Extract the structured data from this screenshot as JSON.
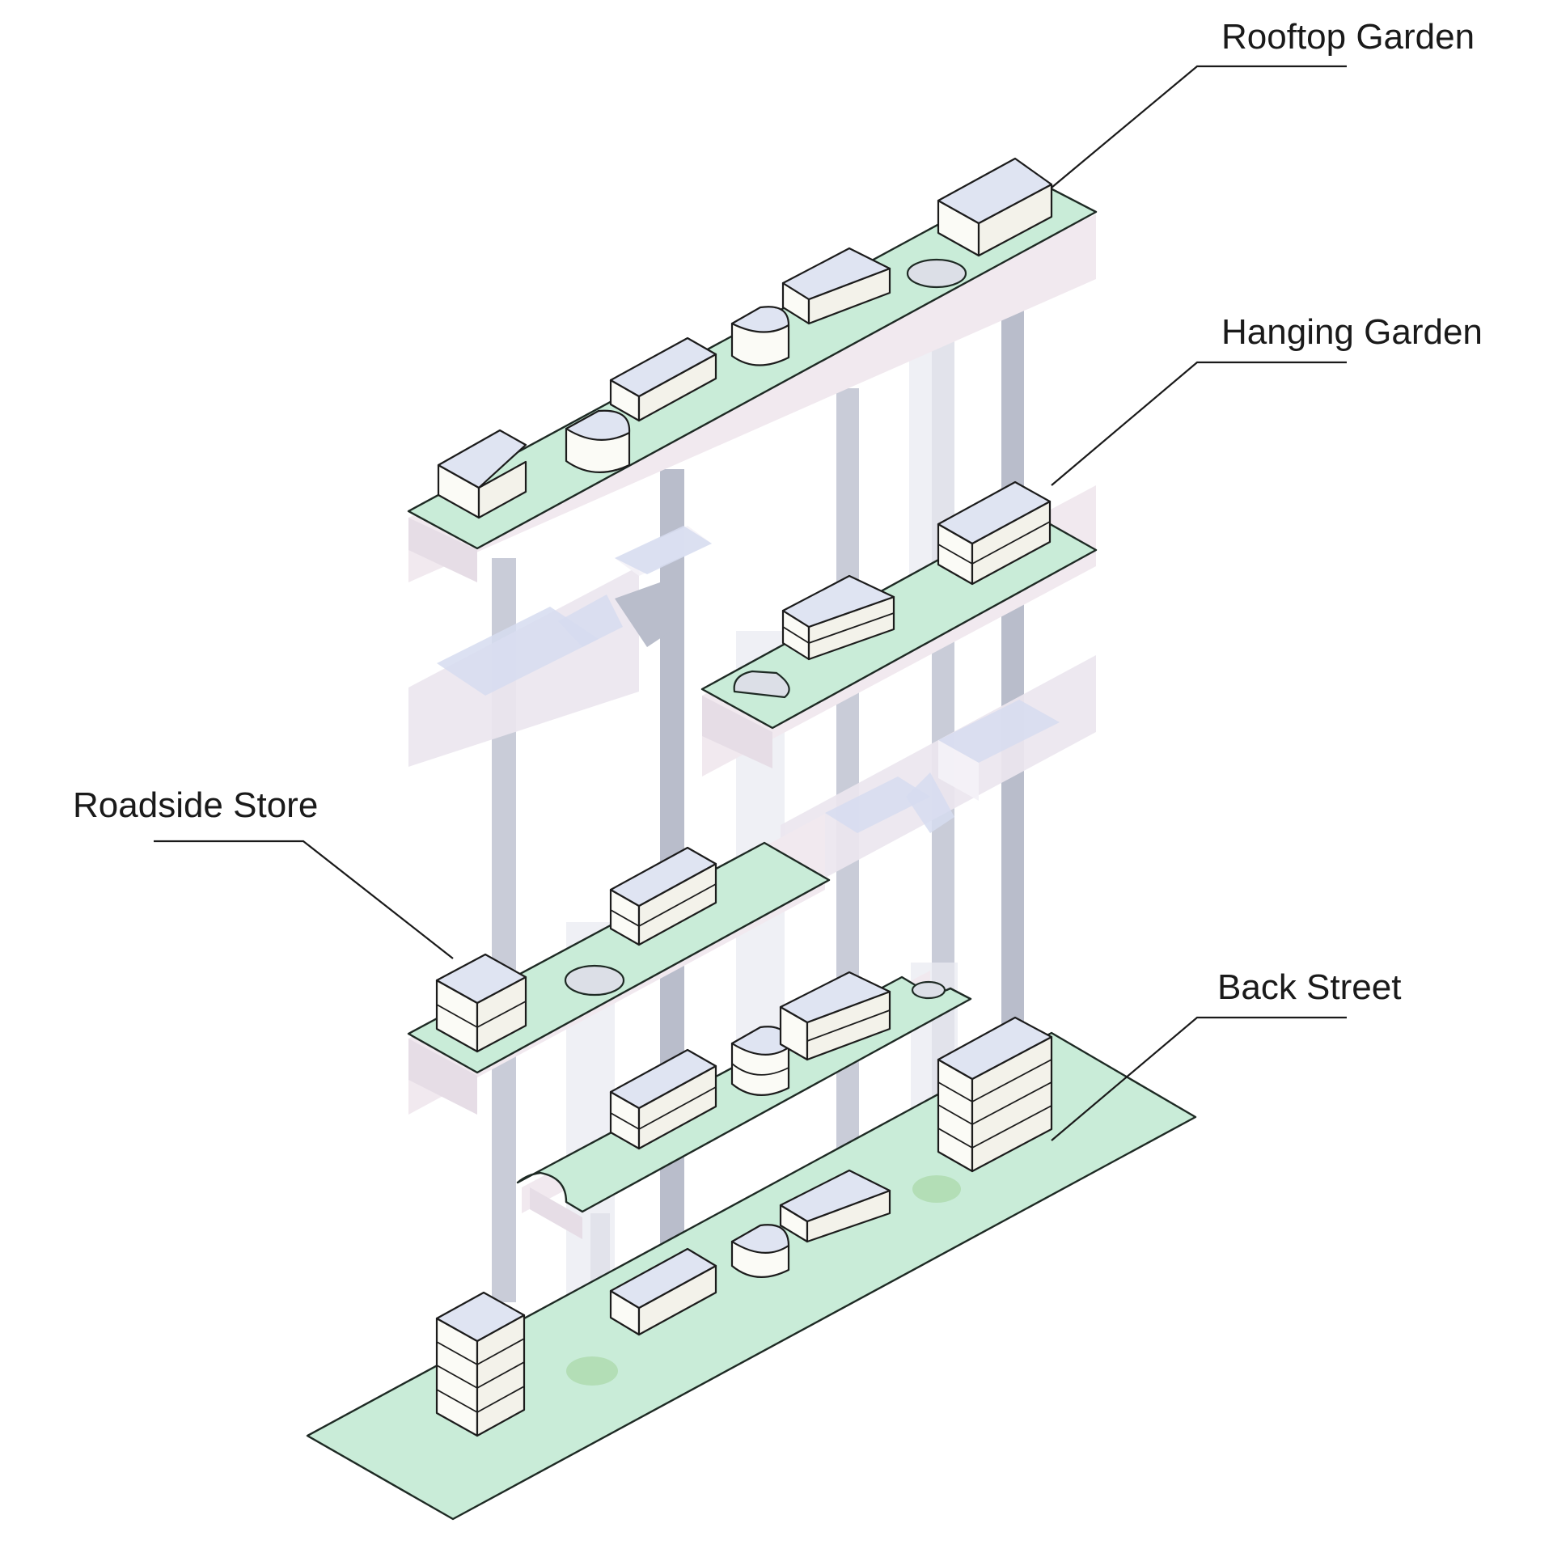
{
  "labels": {
    "rooftop_garden": "Rooftop Garden",
    "hanging_garden": "Hanging Garden",
    "roadside_store": "Roadside Store",
    "back_street": "Back Street"
  },
  "colors": {
    "garden_green": "#c9ecd8",
    "slab_pink": "#f1e9ef",
    "column_grey": "#c9ccd8",
    "building_top_blue": "#dfe4f2",
    "outline": "#1c1c1c"
  }
}
